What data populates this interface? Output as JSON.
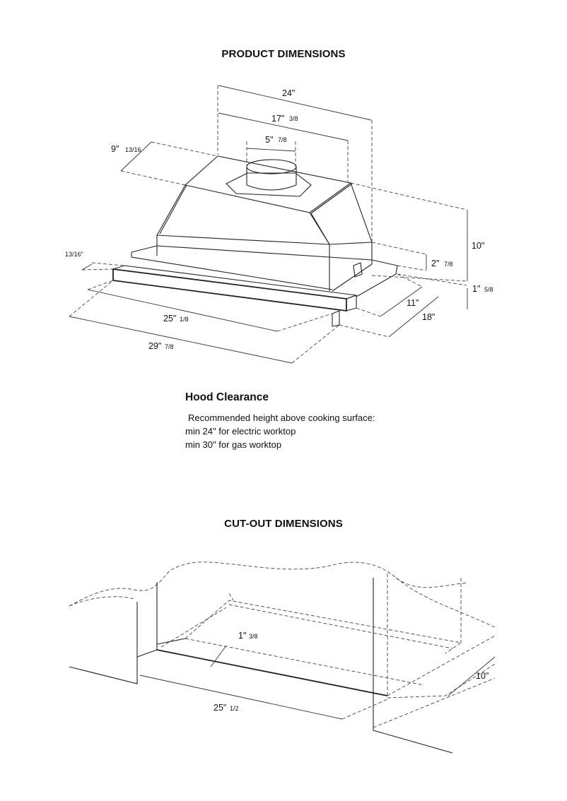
{
  "product_title": "PRODUCT DIMENSIONS",
  "cutout_title": "CUT-OUT DIMENSIONS",
  "clearance": {
    "title": "Hood Clearance",
    "lines": [
      "Recommended height above cooking surface:",
      "min 24\"  for electric worktop",
      "min  30\"  for gas worktop"
    ]
  },
  "product_dims": {
    "width_24": "24\"",
    "width_17": "17\"",
    "width_17_frac": "3/8",
    "duct_5": "5\"",
    "duct_5_frac": "7/8",
    "depth_9": "9\"",
    "depth_9_frac": "13/16",
    "height_10": "10\"",
    "height_2": "2\"",
    "height_2_frac": "7/8",
    "height_1": "1\"",
    "height_1_frac": "5/8",
    "depth_11": "11\"",
    "depth_18": "18\"",
    "rim_13": "13/16\"",
    "width_25": "25\"",
    "width_25_frac": "1/8",
    "width_29": "29\"",
    "width_29_frac": "7/8"
  },
  "cutout_dims": {
    "rim_1": "1\"",
    "rim_1_frac": "3/8",
    "depth_10": "10\"",
    "width_25": "25\"",
    "width_25_frac": "1/2"
  }
}
